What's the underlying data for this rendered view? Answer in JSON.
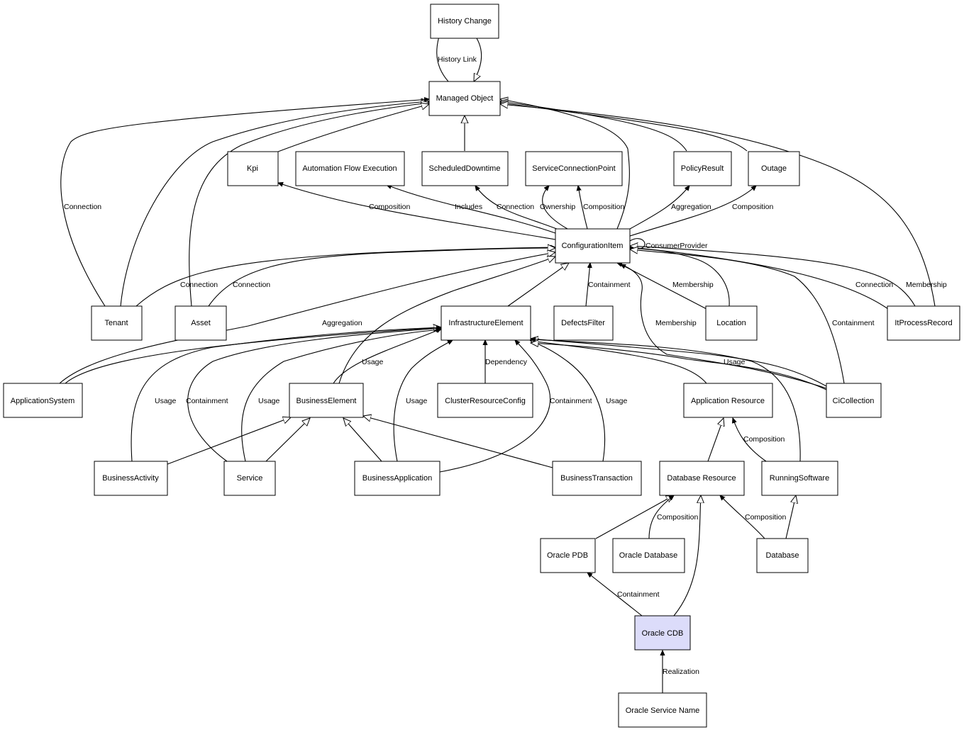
{
  "colors": {
    "default_fill": "#ffffff",
    "highlight_fill": "#dcdcfa",
    "stroke": "#000000"
  },
  "nodes": {
    "history_change": "History Change",
    "managed_object": "Managed Object",
    "kpi": "Kpi",
    "automation_flow_execution": "Automation Flow Execution",
    "scheduled_downtime": "ScheduledDowntime",
    "service_connection_point": "ServiceConnectionPoint",
    "policy_result": "PolicyResult",
    "outage": "Outage",
    "configuration_item": "ConfigurationItem",
    "tenant": "Tenant",
    "asset": "Asset",
    "infrastructure_element": "InfrastructureElement",
    "defects_filter": "DefectsFilter",
    "location": "Location",
    "it_process_record": "ItProcessRecord",
    "application_system": "ApplicationSystem",
    "business_element": "BusinessElement",
    "cluster_resource_config": "ClusterResourceConfig",
    "application_resource": "Application Resource",
    "ci_collection": "CiCollection",
    "business_activity": "BusinessActivity",
    "service": "Service",
    "business_application": "BusinessApplication",
    "business_transaction": "BusinessTransaction",
    "database_resource": "Database Resource",
    "running_software": "RunningSoftware",
    "oracle_pdb": "Oracle PDB",
    "oracle_database": "Oracle Database",
    "database": "Database",
    "oracle_cdb": "Oracle CDB",
    "oracle_service_name": "Oracle Service Name"
  },
  "edge_labels": {
    "history_link": "History Link",
    "connection_tenant": "Connection",
    "composition_kpi": "Composition",
    "includes": "Includes",
    "connection_sd": "Connection",
    "ownership": "Ownership",
    "composition_scp": "Composition",
    "aggregation_policy": "Aggregation",
    "composition_outage": "Composition",
    "consumer_provider": "ConsumerProvider",
    "connection_ci_tenant": "Connection",
    "connection_ci_asset": "Connection",
    "containment_defects": "Containment",
    "membership_location": "Membership",
    "connection_itpr": "Connection",
    "membership_itpr": "Membership",
    "aggregation_appsys": "Aggregation",
    "membership_cicollection": "Membership",
    "containment_cicollection": "Containment",
    "usage_be": "Usage",
    "dependency": "Dependency",
    "usage_cicollection": "Usage",
    "usage_ba": "Usage",
    "containment_service": "Containment",
    "usage_service": "Usage",
    "usage_bapp": "Usage",
    "containment_bapp": "Containment",
    "usage_bt": "Usage",
    "composition_rs": "Composition",
    "composition_odb": "Composition",
    "composition_db": "Composition",
    "containment_cdb": "Containment",
    "realization": "Realization"
  }
}
